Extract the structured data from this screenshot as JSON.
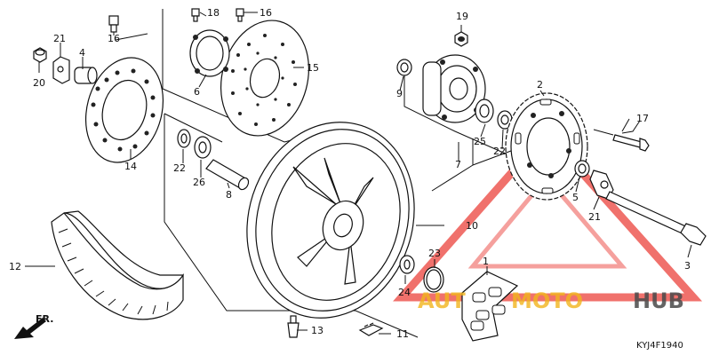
{
  "diagram_code": "KYJ4F1940",
  "front_label": "FR.",
  "watermark": {
    "part1": "AUT",
    "part2": "MOTO",
    "part3": "HUB"
  },
  "callouts": [
    {
      "id": "c1",
      "label": "1"
    },
    {
      "id": "c2",
      "label": "2"
    },
    {
      "id": "c3",
      "label": "3"
    },
    {
      "id": "c4",
      "label": "4"
    },
    {
      "id": "c5",
      "label": "5"
    },
    {
      "id": "c6",
      "label": "6"
    },
    {
      "id": "c7",
      "label": "7"
    },
    {
      "id": "c8",
      "label": "8"
    },
    {
      "id": "c9",
      "label": "9"
    },
    {
      "id": "c10",
      "label": "10"
    },
    {
      "id": "c11",
      "label": "11"
    },
    {
      "id": "c12",
      "label": "12"
    },
    {
      "id": "c13",
      "label": "13"
    },
    {
      "id": "c14",
      "label": "14"
    },
    {
      "id": "c15",
      "label": "15"
    },
    {
      "id": "c16a",
      "label": "16"
    },
    {
      "id": "c16b",
      "label": "16"
    },
    {
      "id": "c17",
      "label": "17"
    },
    {
      "id": "c18",
      "label": "18"
    },
    {
      "id": "c19",
      "label": "19"
    },
    {
      "id": "c20",
      "label": "20"
    },
    {
      "id": "c21a",
      "label": "21"
    },
    {
      "id": "c21b",
      "label": "21"
    },
    {
      "id": "c22a",
      "label": "22"
    },
    {
      "id": "c22b",
      "label": "22"
    },
    {
      "id": "c23",
      "label": "23"
    },
    {
      "id": "c24",
      "label": "24"
    },
    {
      "id": "c25",
      "label": "25"
    },
    {
      "id": "c26",
      "label": "26"
    }
  ],
  "colors": {
    "line": "#111111",
    "watermark_red": "#e8211a",
    "watermark_gold": "#f2b51d",
    "watermark_gray": "#4a4a4a"
  }
}
